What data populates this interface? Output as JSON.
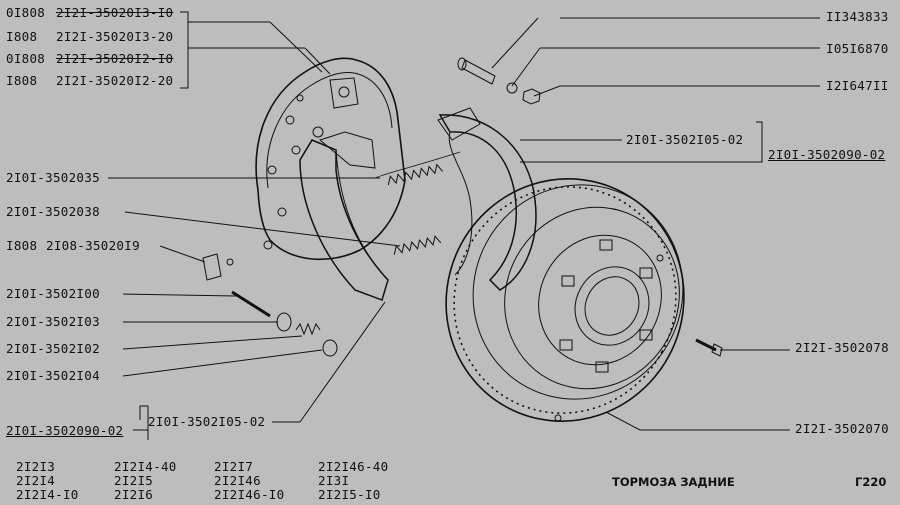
{
  "header_block": {
    "rows": [
      {
        "code": "0I808",
        "part": "2I2I-35020I3-I0",
        "strike": true
      },
      {
        "code": "I808",
        "part": "2I2I-35020I3-20",
        "strike": false
      },
      {
        "code": "0I808",
        "part": "2I2I-35020I2-I0",
        "strike": true
      },
      {
        "code": "I808",
        "part": "2I2I-35020I2-20",
        "strike": false
      }
    ]
  },
  "labels": {
    "bolt": "II343833",
    "washer": "I05I6870",
    "nut": "I2I647II",
    "shoe_right": "2I0I-3502I05-02",
    "shoe_assembly_right": "2I0I-3502090-02",
    "spring_upper": "2I0I-3502035",
    "spring_lower": "2I0I-3502038",
    "pin_code": "I808",
    "pin_part": "2I08-35020I9",
    "guide_pin": "2I0I-3502I00",
    "cup": "2I0I-3502I03",
    "spring_small": "2I0I-3502I02",
    "cup_outer": "2I0I-3502I04",
    "shoe_assembly_left": "2I0I-3502090-02",
    "shoe_left": "2I0I-3502I05-02",
    "drum_screw": "2I2I-3502078",
    "drum": "2I2I-3502070"
  },
  "models": [
    [
      "2I2I3",
      "2I2I4",
      "2I2I4-I0"
    ],
    [
      "2I2I4-40",
      "2I2I5",
      "2I2I6"
    ],
    [
      "2I2I7",
      "2I2I46",
      "2I2I46-I0"
    ],
    [
      "2I2I46-40",
      "2I3I",
      "2I2I5-I0"
    ]
  ],
  "footer": {
    "title": "ТОРМОЗА ЗАДНИЕ",
    "page": "Г220"
  }
}
